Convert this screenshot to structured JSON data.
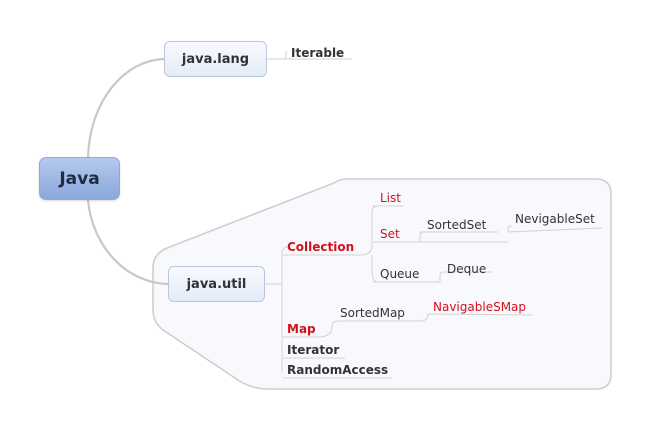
{
  "root": {
    "label": "Java"
  },
  "branches": {
    "lang": {
      "label": "java.lang",
      "children": {
        "iterable": "Iterable"
      }
    },
    "util": {
      "label": "java.util",
      "children": {
        "collection": "Collection",
        "list": "List",
        "set": "Set",
        "sorted_set": "SortedSet",
        "navigable_set": "NevigableSet",
        "queue": "Queue",
        "deque": "Deque",
        "map": "Map",
        "sorted_map": "SortedMap",
        "navigable_map": "NavigableSMap",
        "iterator": "Iterator",
        "random_access": "RandomAccess"
      }
    }
  },
  "colors": {
    "highlight_red": "#d0121b",
    "root_fill": "#8aa8db",
    "branch_fill": "#e4ecf9",
    "connector": "#c8c8c8",
    "boundary_fill": "#f7f9fd"
  }
}
